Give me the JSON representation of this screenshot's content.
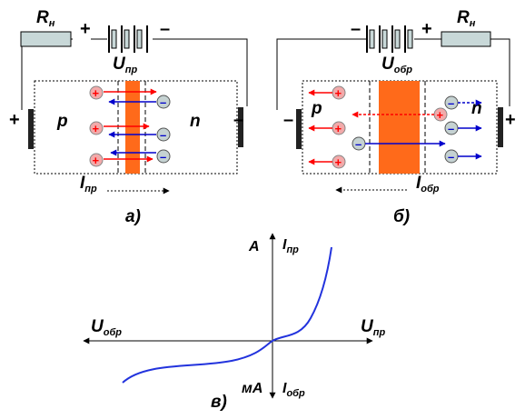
{
  "colors": {
    "resistor": "#c8d8d8",
    "junction": "#ff6a1a",
    "hole_fill": "#f2aaaa",
    "electron_fill": "#c5d2d2",
    "plus": "#ff0000",
    "minus": "#0000cc",
    "arrow_red": "#ff0000",
    "arrow_blue": "#0000cc",
    "curve": "#2233dd",
    "wire": "#000000"
  },
  "diagram_a": {
    "resistor_label": {
      "main": "R",
      "sub": "н"
    },
    "battery_plus": "+",
    "battery_minus": "–",
    "voltage_label": {
      "main": "U",
      "sub": "пр"
    },
    "left_terminal": "+",
    "right_terminal": "–",
    "region_p": "p",
    "region_n": "n",
    "current_label": {
      "main": "I",
      "sub": "пр"
    },
    "caption": "а)"
  },
  "diagram_b": {
    "resistor_label": {
      "main": "R",
      "sub": "н"
    },
    "battery_minus": "–",
    "battery_plus": "+",
    "voltage_label": {
      "main": "U",
      "sub": "обр"
    },
    "left_terminal": "–",
    "right_terminal": "+",
    "region_p": "p",
    "region_n": "n",
    "current_label": {
      "main": "I",
      "sub": "обр"
    },
    "caption": "б)"
  },
  "diagram_c": {
    "axis_up_unit": "A",
    "axis_up_label": {
      "main": "I",
      "sub": "пр"
    },
    "axis_down_unit": "мА",
    "axis_down_label": {
      "main": "I",
      "sub": "обр"
    },
    "axis_left_label": {
      "main": "U",
      "sub": "обр"
    },
    "axis_right_label": {
      "main": "U",
      "sub": "пр"
    },
    "caption": "в)"
  },
  "carrier_signs": {
    "hole": "+",
    "electron": "–"
  }
}
